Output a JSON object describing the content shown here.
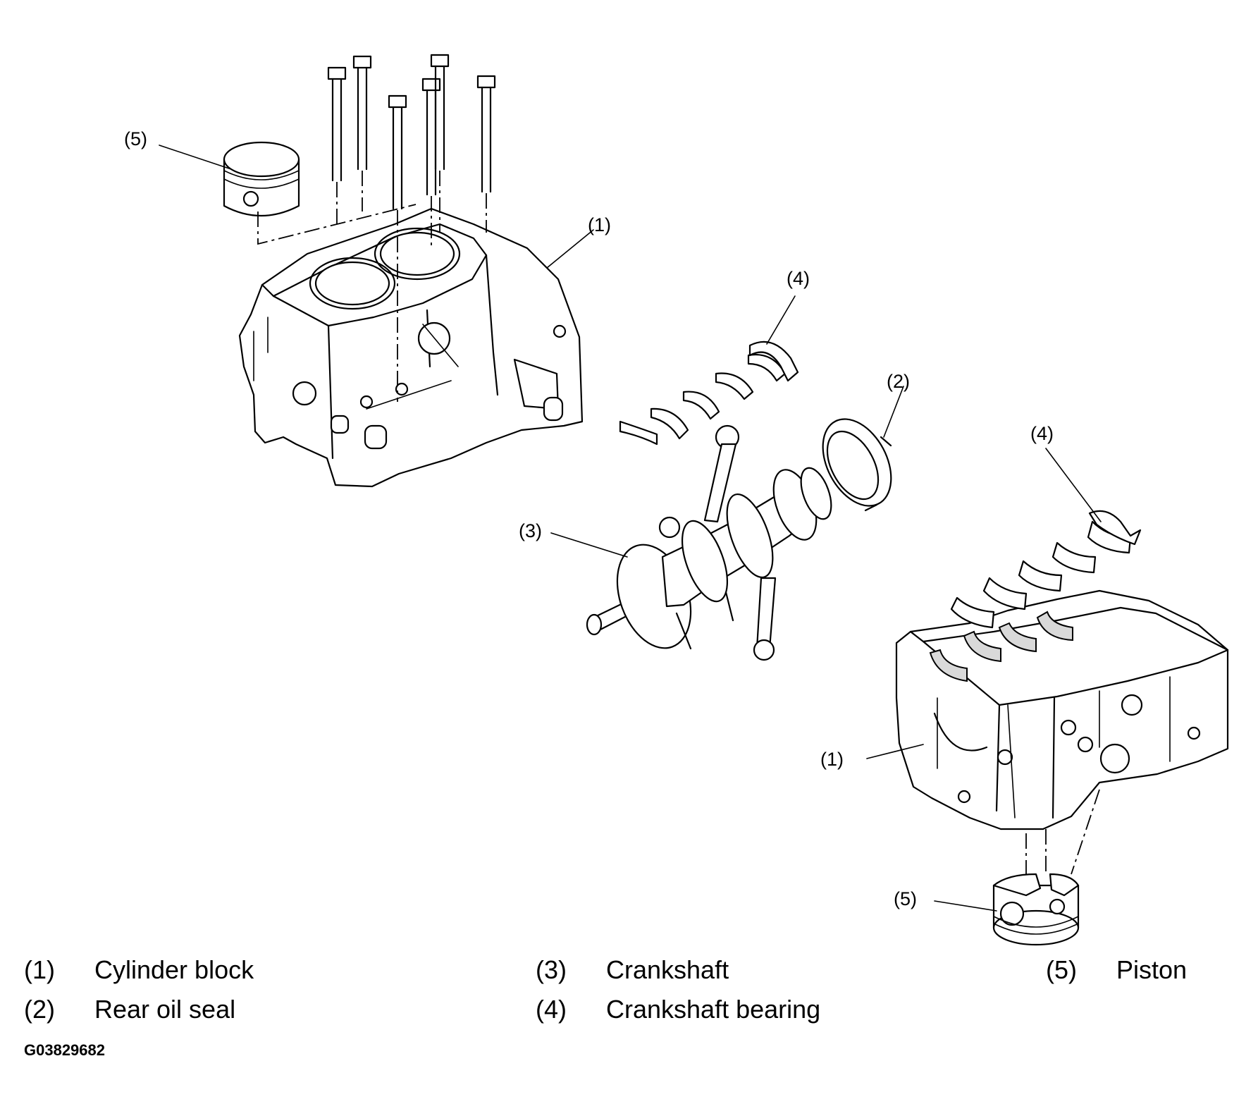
{
  "callouts": {
    "c5_top": "(5)",
    "c1_top": "(1)",
    "c4_mid": "(4)",
    "c2": "(2)",
    "c3": "(3)",
    "c4_right": "(4)",
    "c1_bottom": "(1)",
    "c5_bottom": "(5)"
  },
  "legend": [
    {
      "num": "(1)",
      "label": "Cylinder block"
    },
    {
      "num": "(2)",
      "label": "Rear oil seal"
    },
    {
      "num": "(3)",
      "label": "Crankshaft"
    },
    {
      "num": "(4)",
      "label": "Crankshaft bearing"
    },
    {
      "num": "(5)",
      "label": "Piston"
    }
  ],
  "figure_code": "G03829682",
  "parts_icons": [
    "cylinder-block-icon",
    "rear-oil-seal-icon",
    "crankshaft-icon",
    "crankshaft-bearing-icon",
    "piston-icon",
    "bolt-icon"
  ]
}
